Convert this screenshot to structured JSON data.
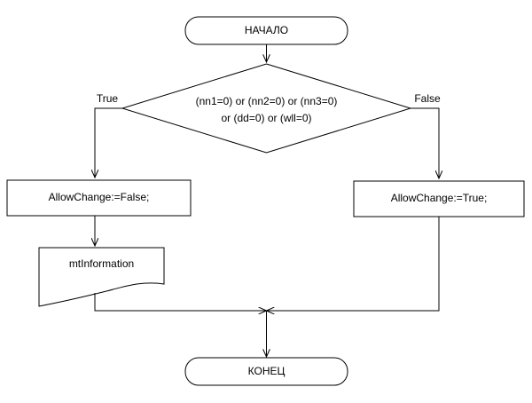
{
  "diagram": {
    "title": "Flowchart",
    "background_color": "#ffffff",
    "line_color": "#000000",
    "text_color": "#000000",
    "nodes": {
      "start": {
        "label": "НАЧАЛО",
        "shape": "terminator"
      },
      "decision": {
        "line1": "(nn1=0) or (nn2=0) or (nn3=0)",
        "line2": "or (dd=0) or (wll=0)",
        "shape": "diamond"
      },
      "process_false": {
        "label": "AllowChange:=False;",
        "shape": "process"
      },
      "process_true": {
        "label": "AllowChange:=True;",
        "shape": "process"
      },
      "document": {
        "label": "mtInformation",
        "shape": "document"
      },
      "end": {
        "label": "КОНЕЦ",
        "shape": "terminator"
      }
    },
    "edges": {
      "true_label": "True",
      "false_label": "False"
    }
  }
}
